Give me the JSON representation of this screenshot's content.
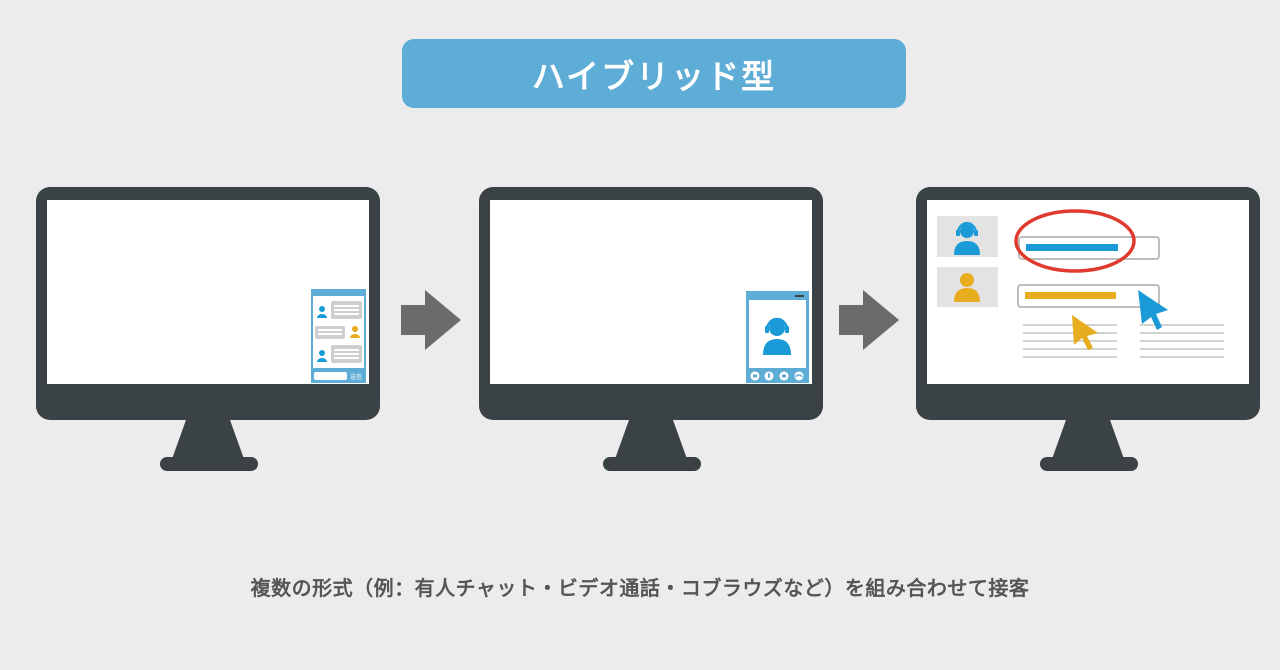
{
  "title": "ハイブリッド型",
  "caption": "複数の形式（例：有人チャット・ビデオ通話・コブラウズなど）を組み合わせて接客",
  "chat_widget": {
    "send_label": "送信"
  },
  "colors": {
    "background": "#ececec",
    "title_pill": "#5eadd6",
    "monitor_frame": "#3b4246",
    "screen": "#ffffff",
    "operator_blue": "#1a9ad6",
    "customer_yellow": "#e8ad1e",
    "highlight_red": "#e03a2f",
    "arrow_gray": "#6b6b6b"
  },
  "icons": [
    "chat-panel-icon",
    "video-call-icon",
    "headset-operator-icon",
    "user-icon",
    "cursor-icon",
    "arrow-right-icon"
  ]
}
